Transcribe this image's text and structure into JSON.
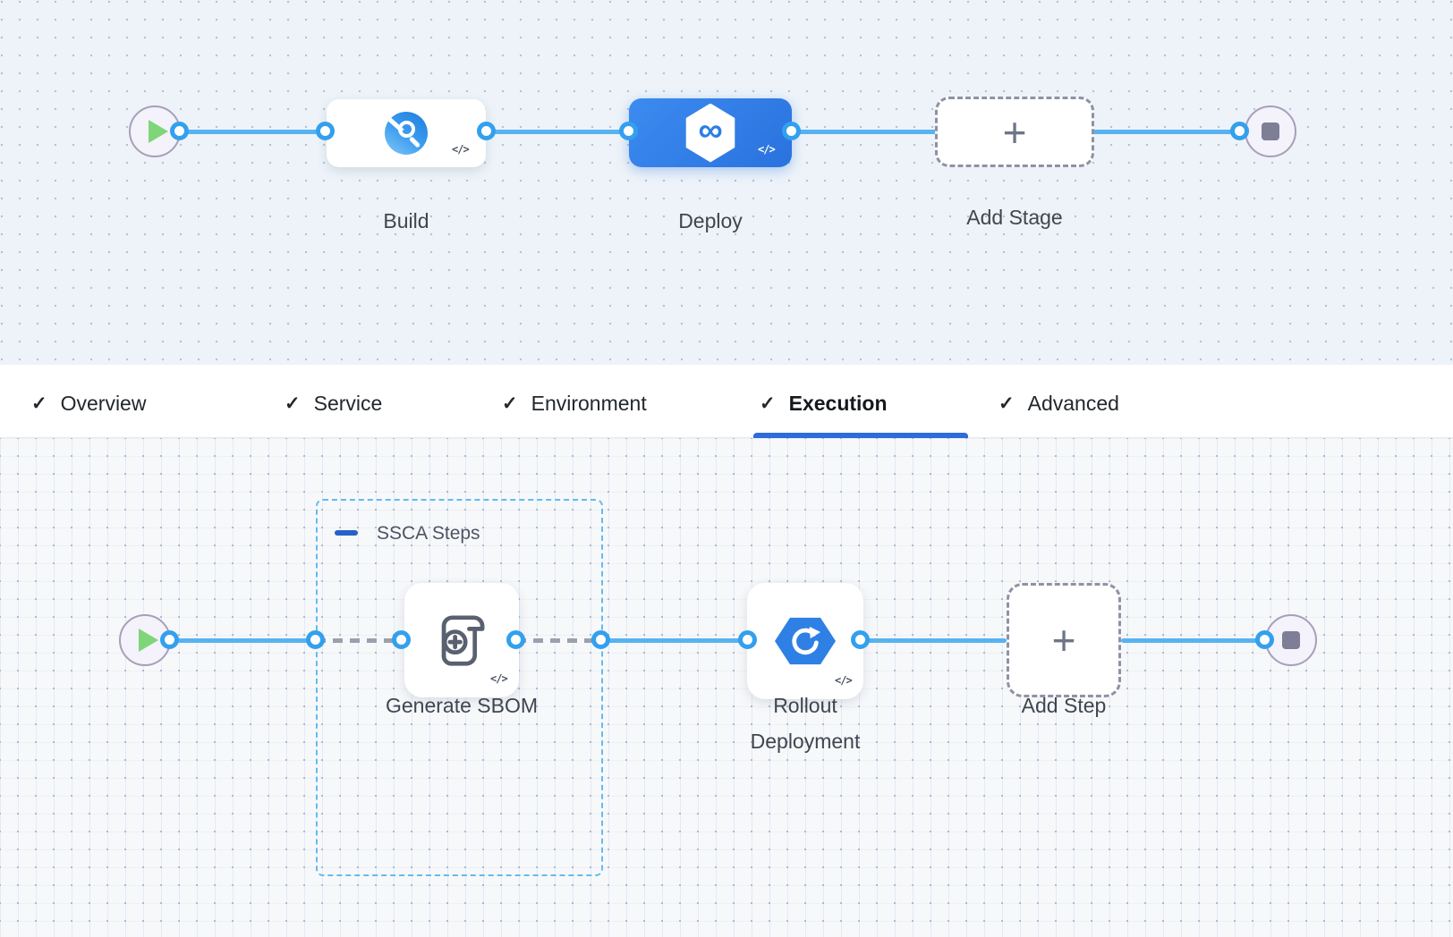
{
  "stage_pipeline": {
    "stages": [
      {
        "label": "Build",
        "selected": false
      },
      {
        "label": "Deploy",
        "selected": true
      },
      {
        "label": "Add Stage",
        "selected": false
      }
    ]
  },
  "config_tabs": {
    "items": [
      {
        "label": "Overview",
        "checked": true,
        "active": false
      },
      {
        "label": "Service",
        "checked": true,
        "active": false
      },
      {
        "label": "Environment",
        "checked": true,
        "active": false
      },
      {
        "label": "Execution",
        "checked": true,
        "active": true
      },
      {
        "label": "Advanced",
        "checked": true,
        "active": false
      }
    ]
  },
  "execution_pipeline": {
    "group": {
      "label": "SSCA Steps"
    },
    "steps": [
      {
        "label": "Generate SBOM"
      },
      {
        "label": "Rollout Deployment"
      },
      {
        "label": "Add Step"
      }
    ]
  },
  "icons": {
    "check": "✓",
    "plus": "+",
    "infinity": "∞",
    "code_toggle": "</>",
    "collapse_minus": "minus-bar",
    "start": "play-triangle",
    "end": "stop-square"
  },
  "colors": {
    "connector_blue": "#57b3f0",
    "selected_stage_blue": "#2f7ce2",
    "active_tab_underline": "#2f6cd9",
    "group_border_blue": "#63bbee",
    "play_green": "#7fd57a",
    "canvas_top_bg": "#edf3f9",
    "canvas_bottom_bg": "#f7f8fa"
  }
}
